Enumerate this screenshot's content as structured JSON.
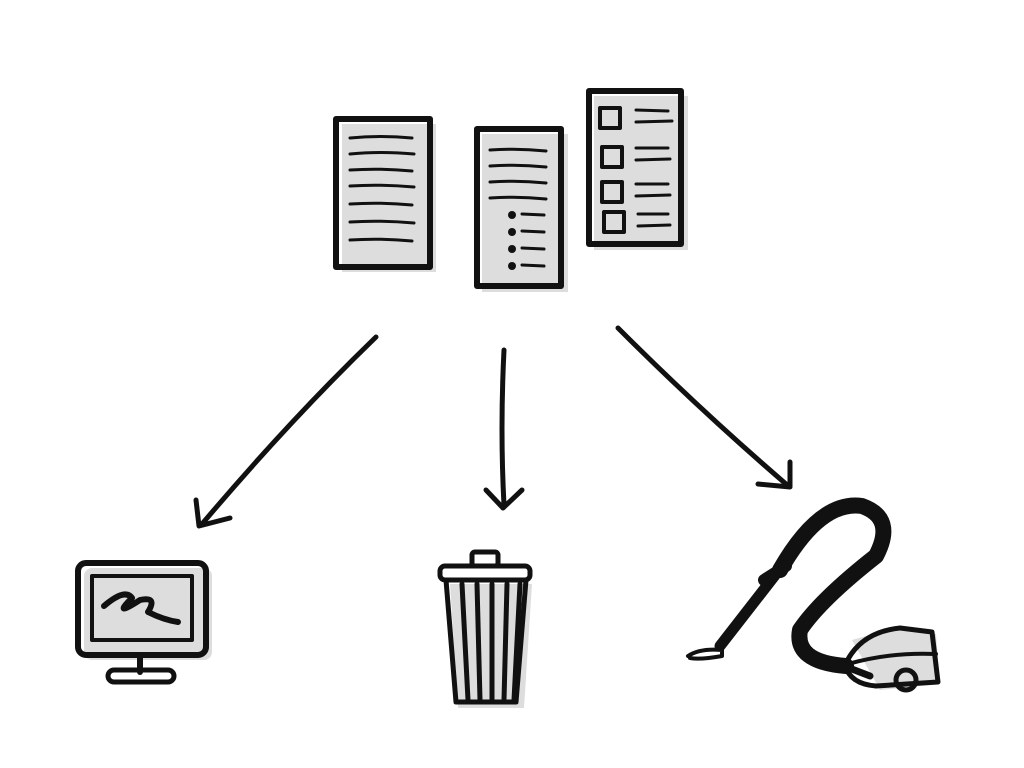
{
  "illustration": {
    "documents": [
      "text-document-icon",
      "bulleted-list-document-icon",
      "checklist-document-icon"
    ],
    "arrows": [
      "arrow-to-monitor",
      "arrow-to-trash",
      "arrow-to-vacuum"
    ],
    "destinations": [
      "monitor-icon",
      "trash-can-icon",
      "vacuum-cleaner-icon"
    ]
  },
  "colors": {
    "ink": "#111111",
    "shadow": "#d9d9d9"
  }
}
